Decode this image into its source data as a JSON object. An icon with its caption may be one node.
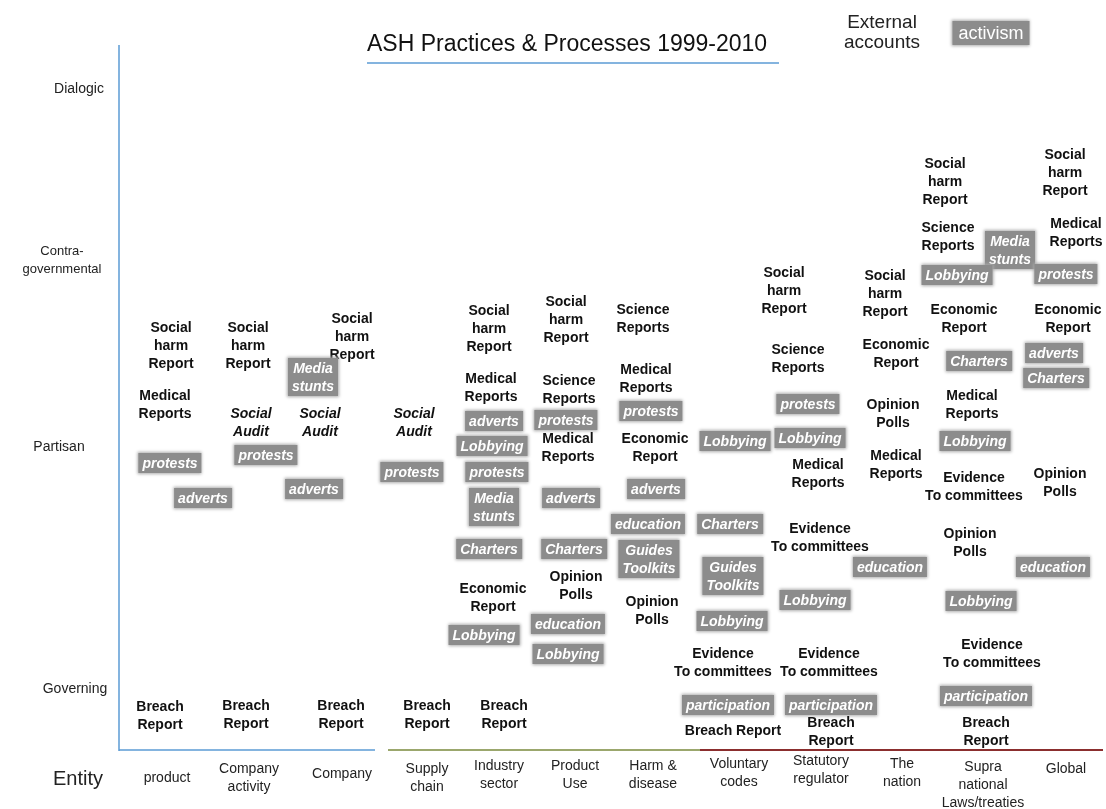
{
  "diagram": {
    "title": "ASH Practices & Processes 1999-2010",
    "labels": [
      "External accounts",
      "activism",
      "Dialogic",
      "Contra-governmental",
      "Partisan",
      "Governing",
      "Social harm Report",
      "Medical Reports",
      "protests",
      "adverts",
      "Breach Report",
      "Social harm Report",
      "Social Audit",
      "protests",
      "Breach Report",
      "Social harm Report",
      "Media stunts",
      "Social Audit",
      "adverts",
      "Breach Report",
      "Social Audit",
      "protests",
      "Breach Report",
      "Social harm Report",
      "Medical Reports",
      "adverts",
      "Lobbying",
      "protests",
      "Media stunts",
      "Charters",
      "Economic Report",
      "Lobbying",
      "Breach Report",
      "Social harm Report",
      "Science Reports",
      "protests",
      "Medical Reports",
      "adverts",
      "Charters",
      "Opinion Polls",
      "education",
      "Lobbying",
      "Science Reports",
      "Medical Reports",
      "protests",
      "Economic Report",
      "adverts",
      "education",
      "Guides Toolkits",
      "Opinion Polls",
      "Lobbying",
      "Charters",
      "Guides Toolkits",
      "Lobbying",
      "Evidence To committees",
      "participation",
      "Breach Report",
      "Social harm Report",
      "Science Reports",
      "protests",
      "Lobbying",
      "Medical Reports",
      "Evidence To committees",
      "Lobbying",
      "Evidence To committees",
      "participation",
      "Breach Report",
      "Social harm Report",
      "Economic Report",
      "Opinion Polls",
      "Medical Reports",
      "education",
      "Social harm Report",
      "Science Reports",
      "Media stunts",
      "Lobbying",
      "Economic Report",
      "Charters",
      "Medical Reports",
      "Lobbying",
      "Evidence To committees",
      "Opinion Polls",
      "Lobbying",
      "Evidence To committees",
      "participation",
      "Breach Report",
      "Social harm Report",
      "Medical Reports",
      "protests",
      "Economic Report",
      "adverts",
      "Charters",
      "Opinion Polls",
      "education",
      "Entity",
      "product",
      "Company activity",
      "Company",
      "Supply chain",
      "Industry sector",
      "Product Use",
      "Harm & disease",
      "Voluntary codes",
      "Statutory regulator",
      "The nation",
      "Supra national Laws/treaties",
      "Global"
    ]
  }
}
